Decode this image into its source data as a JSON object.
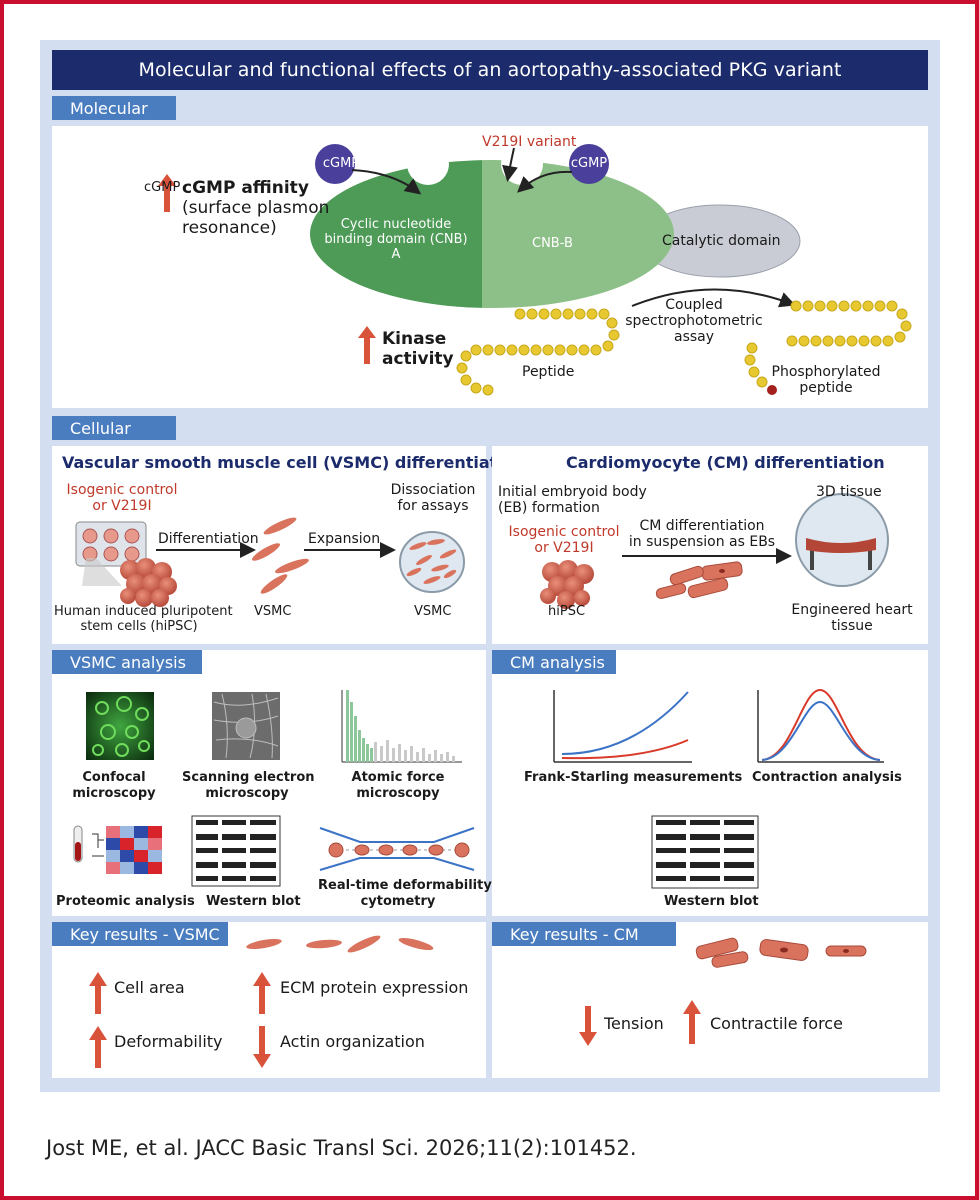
{
  "title": "Molecular and functional effects of an aortopathy-associated PKG variant",
  "molecular": {
    "tab": "Molecular",
    "cgmp_left": "cGMP",
    "cgmp_right": "cGMP",
    "variant": "V219I variant",
    "affinity_1": "cGMP affinity",
    "affinity_2": "(surface plasmon",
    "affinity_3": "resonance)",
    "cnb_a_1": "Cyclic nucleotide",
    "cnb_a_2": "binding domain (CNB)",
    "cnb_a_3": "A",
    "cnb_b": "CNB-B",
    "catalytic": "Catalytic domain",
    "kinase_1": "Kinase",
    "kinase_2": "activity",
    "assay_1": "Coupled",
    "assay_2": "spectrophotometric",
    "assay_3": "assay",
    "peptide": "Peptide",
    "phospho_1": "Phosphorylated",
    "phospho_2": "peptide"
  },
  "cellular": {
    "tab": "Cellular",
    "vsmc_title": "Vascular smooth muscle cell (VSMC) differentiation",
    "iso_1": "Isogenic control",
    "iso_2": "or V219I",
    "differentiation": "Differentiation",
    "expansion": "Expansion",
    "dissoc_1": "Dissociation",
    "dissoc_2": "for assays",
    "hipsc_1": "Human induced pluripotent",
    "hipsc_2": "stem cells (hiPSC)",
    "vsmc_a": "VSMC",
    "vsmc_b": "VSMC",
    "cm_title": "Cardiomyocyte (CM) differentiation",
    "eb_1": "Initial embryoid body",
    "eb_2": "(EB) formation",
    "iso_cm_1": "Isogenic control",
    "iso_cm_2": "or V219I",
    "cmdiff_1": "CM differentiation",
    "cmdiff_2": "in suspension as EBs",
    "tissue3d": "3D tissue",
    "hipsc": "hiPSC",
    "eht_1": "Engineered heart",
    "eht_2": "tissue"
  },
  "vsmc_analysis": {
    "tab": "VSMC analysis",
    "confocal_1": "Confocal",
    "confocal_2": "microscopy",
    "sem_1": "Scanning electron",
    "sem_2": "microscopy",
    "afm_1": "Atomic force",
    "afm_2": "microscopy",
    "proteomic": "Proteomic analysis",
    "western": "Western blot",
    "rtdc_1": "Real-time deformability",
    "rtdc_2": "cytometry"
  },
  "cm_analysis": {
    "tab": "CM analysis",
    "frank": "Frank-Starling measurements",
    "contraction": "Contraction analysis",
    "western": "Western blot"
  },
  "key_vsmc": {
    "tab": "Key results - VSMC",
    "cell_area": "Cell area",
    "ecm": "ECM protein expression",
    "deform": "Deformability",
    "actin": "Actin organization"
  },
  "key_cm": {
    "tab": "Key results - CM",
    "tension": "Tension",
    "force": "Contractile force"
  },
  "citation": "Jost ME, et al. JACC Basic Transl Sci. 2026;11(2):101452.",
  "colors": {
    "navy": "#1b2b6b",
    "tab_blue": "#4a7dc0",
    "panel": "#d3dff0",
    "red_arrow": "#d9533a",
    "cnb_a": "#4e9a57",
    "cnb_b": "#8dbf88",
    "catalytic": "#c9ccd4",
    "cgmp": "#4a3f9a",
    "peptide": "#e8c830"
  },
  "icons": [
    "up-arrow-icon",
    "down-arrow-icon",
    "cgmp-ball-icon",
    "cell-cluster-icon",
    "well-plate-icon",
    "petri-dish-icon",
    "spindle-cell-icon",
    "cardiomyocyte-icon",
    "western-blot-icon",
    "heatmap-icon"
  ]
}
